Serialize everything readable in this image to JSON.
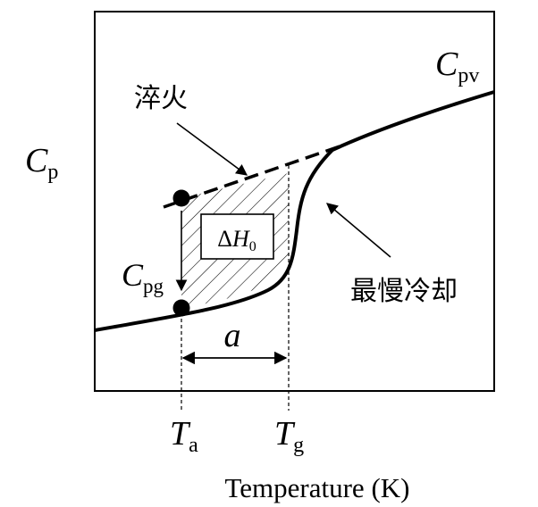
{
  "labels": {
    "cp_main": "C",
    "cp_main_sub": "p",
    "cpv": "C",
    "cpv_sub": "pv",
    "cpg": "C",
    "cpg_sub": "pg",
    "quench": "淬火",
    "slow_cool": "最慢冷却",
    "enthalpy_delta": "Δ",
    "enthalpy_H": "H",
    "enthalpy_sub": "0",
    "a": "a",
    "ta": "T",
    "ta_sub": "a",
    "tg": "T",
    "tg_sub": "g",
    "xaxis": "Temperature (K)"
  },
  "colors": {
    "ink": "#000000",
    "background": "#ffffff"
  }
}
